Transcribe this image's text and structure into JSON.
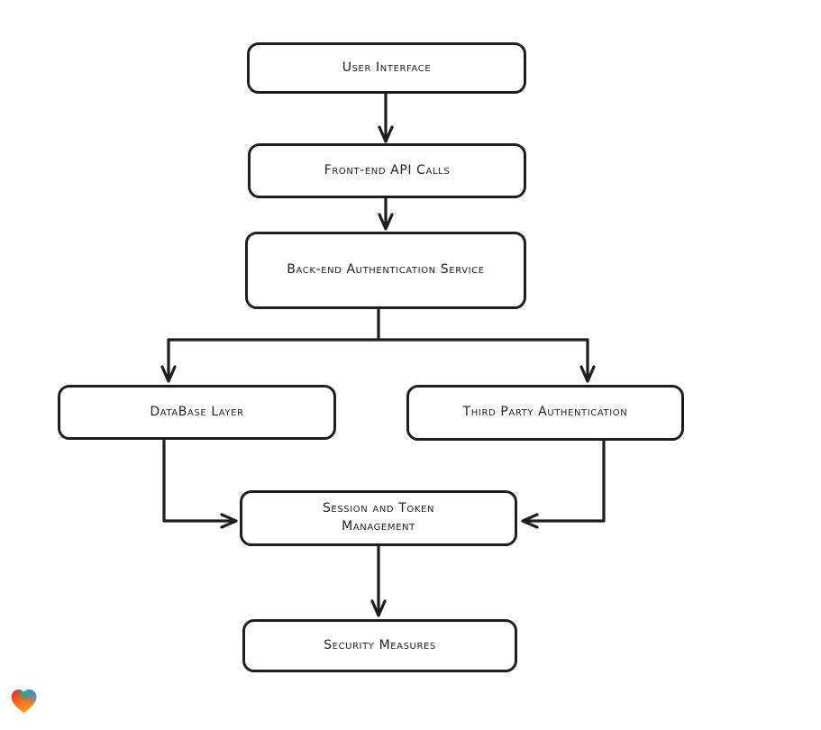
{
  "page": {
    "background": "#ffffff"
  },
  "diagram": {
    "type": "flowchart",
    "stroke_color": "#1e1e1e",
    "text_color": "#1e1e1e",
    "node_fill": "#ffffff",
    "nodes": [
      {
        "id": "user-interface",
        "label": "User Interface"
      },
      {
        "id": "front-end-api-calls",
        "label": "Front-end API Calls"
      },
      {
        "id": "back-end-authentication-service",
        "label": "Back-end Authentication Service"
      },
      {
        "id": "database-layer",
        "label": "DataBase Layer"
      },
      {
        "id": "third-party-authentication",
        "label": "Third Party Authentication"
      },
      {
        "id": "session-and-token-management",
        "label": "Session and Token Management"
      },
      {
        "id": "security-measures",
        "label": "Security Measures"
      }
    ],
    "edges": [
      {
        "from": "user-interface",
        "to": "front-end-api-calls"
      },
      {
        "from": "front-end-api-calls",
        "to": "back-end-authentication-service"
      },
      {
        "from": "back-end-authentication-service",
        "to": "database-layer"
      },
      {
        "from": "back-end-authentication-service",
        "to": "third-party-authentication"
      },
      {
        "from": "database-layer",
        "to": "session-and-token-management"
      },
      {
        "from": "third-party-authentication",
        "to": "session-and-token-management"
      },
      {
        "from": "session-and-token-management",
        "to": "security-measures"
      }
    ]
  },
  "branding": {
    "logo": "gradient-heart",
    "logo_colors": [
      "#f5222d",
      "#00c16e",
      "#2196f3",
      "#ff9f1a"
    ]
  }
}
